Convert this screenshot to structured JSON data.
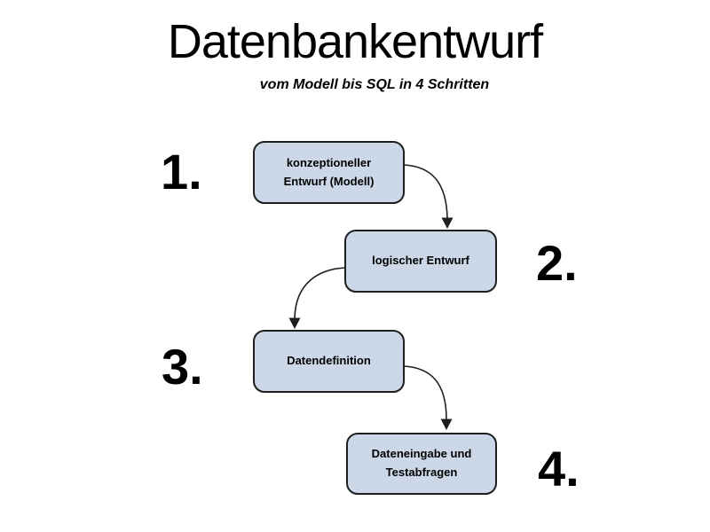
{
  "slide": {
    "title": "Datenbankentwurf",
    "subtitle": "vom Modell bis SQL in 4 Schritten"
  },
  "diagram": {
    "steps": [
      {
        "number": "1.",
        "label": "konzeptioneller Entwurf (Modell)"
      },
      {
        "number": "2.",
        "label": "logischer Entwurf"
      },
      {
        "number": "3.",
        "label": "Datendefinition"
      },
      {
        "number": "4.",
        "label": "Dateneingabe und Testabfragen"
      }
    ],
    "connectors": [
      {
        "from": "step-1",
        "to": "step-2"
      },
      {
        "from": "step-2",
        "to": "step-3"
      },
      {
        "from": "step-3",
        "to": "step-4"
      }
    ]
  },
  "colors": {
    "background": "#ffffff",
    "box_fill": "#ccd8e8",
    "box_border": "#1f1f1f",
    "text": "#000000"
  }
}
